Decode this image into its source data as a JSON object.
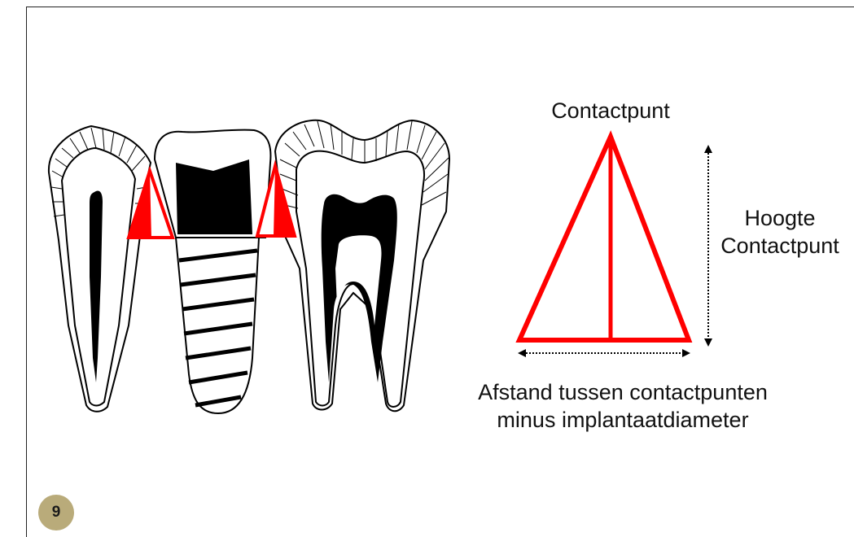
{
  "labels": {
    "contact_point": "Contactpunt",
    "height_line1": "Hoogte",
    "height_line2": "Contactpunt",
    "distance_line1": "Afstand tussen contactpunten",
    "distance_line2": "minus implantaatdiameter"
  },
  "page_number": "9",
  "colors": {
    "accent_red": "#ff0000",
    "badge": "#b9ab7a",
    "outline": "#000000"
  }
}
